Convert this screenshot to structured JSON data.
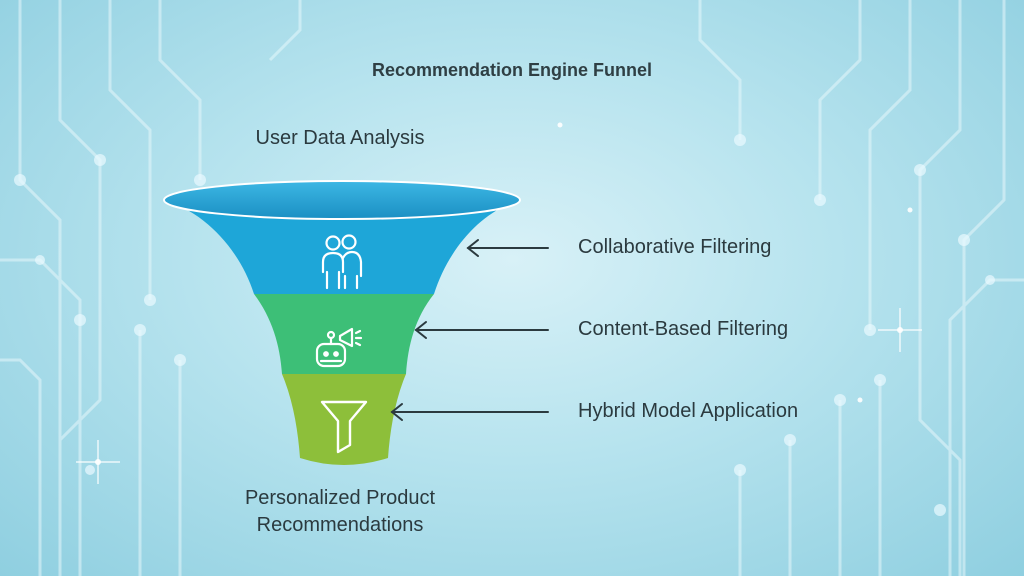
{
  "title": "Recommendation Engine Funnel",
  "top_label": "User Data Analysis",
  "bottom_label_line1": "Personalized Product",
  "bottom_label_line2": "Recommendations",
  "stages": [
    {
      "label": "Collaborative Filtering",
      "icon": "people-icon",
      "color": "#1ea6d8"
    },
    {
      "label": "Content-Based Filtering",
      "icon": "robot-megaphone-icon",
      "color": "#3dbf77"
    },
    {
      "label": "Hybrid Model Application",
      "icon": "filter-icon",
      "color": "#8dbf3a"
    }
  ],
  "colors": {
    "funnel_rim": "#1e9bd0",
    "arrow": "#2b3a3f",
    "background": "#b6e3ee"
  }
}
